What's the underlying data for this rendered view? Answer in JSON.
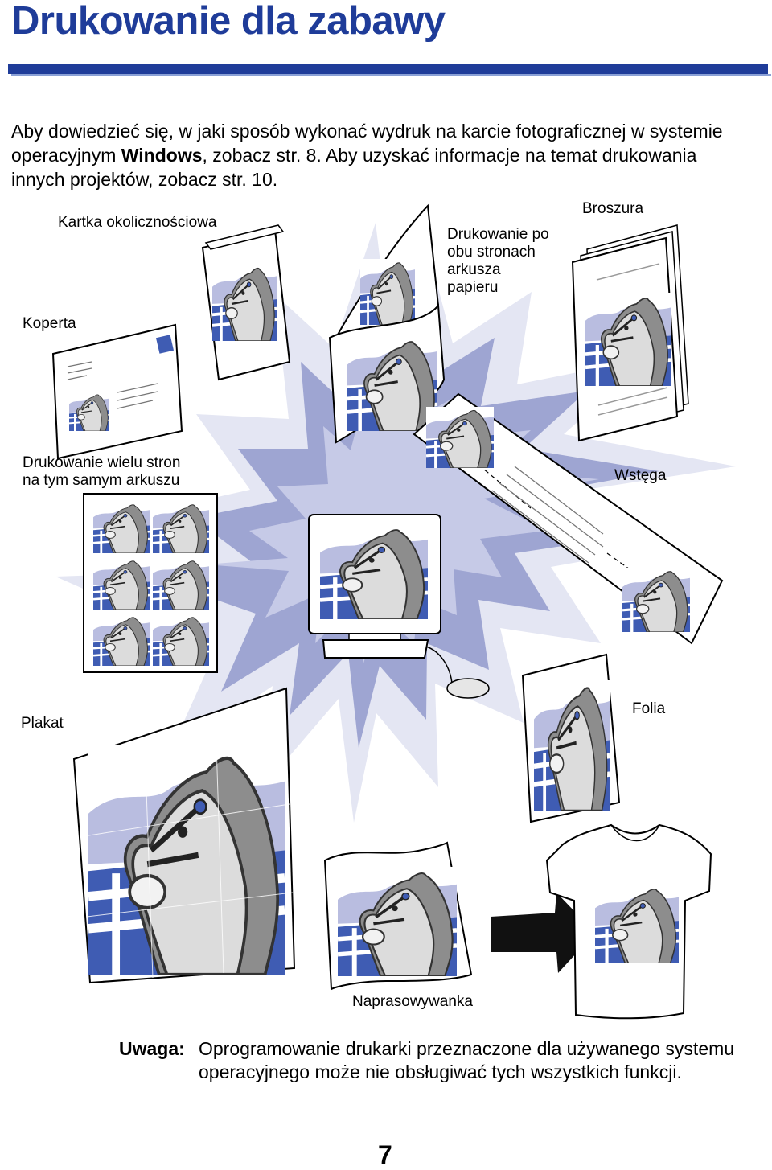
{
  "header": {
    "title": "Drukowanie dla zabawy"
  },
  "intro": {
    "part1": "Aby dowiedzieć się, w jaki sposób wykonać wydruk na karcie fotograficznej w systemie operacyjnym ",
    "bold": "Windows",
    "part2": ", zobacz str. 8. Aby uzyskać informacje na temat drukowania innych projektów, zobacz str. 10."
  },
  "labels": {
    "card": "Kartka okolicznościowa",
    "envelope": "Koperta",
    "duplex_line1": "Drukowanie po",
    "duplex_line2": "obu stronach",
    "duplex_line3": "arkusza",
    "duplex_line4": "papieru",
    "brochure": "Broszura",
    "nup_line1": "Drukowanie wielu stron",
    "nup_line2": "na tym samym arkuszu",
    "banner": "Wstęga",
    "poster": "Plakat",
    "transparency": "Folia",
    "iron_on": "Naprasowywanka"
  },
  "note": {
    "key": "Uwaga:",
    "text": "Oprogramowanie drukarki przeznaczone dla używanego systemu operacyjnego może nie obsługiwać tych wszystkich funkcji."
  },
  "page_number": "7",
  "colors": {
    "title_blue": "#1f3c99",
    "burst_light": "#e4e6f3",
    "burst_mid": "#9ea5d2",
    "picture_blue": "#3f5cb3",
    "sky_lavender": "#b9bde0"
  }
}
